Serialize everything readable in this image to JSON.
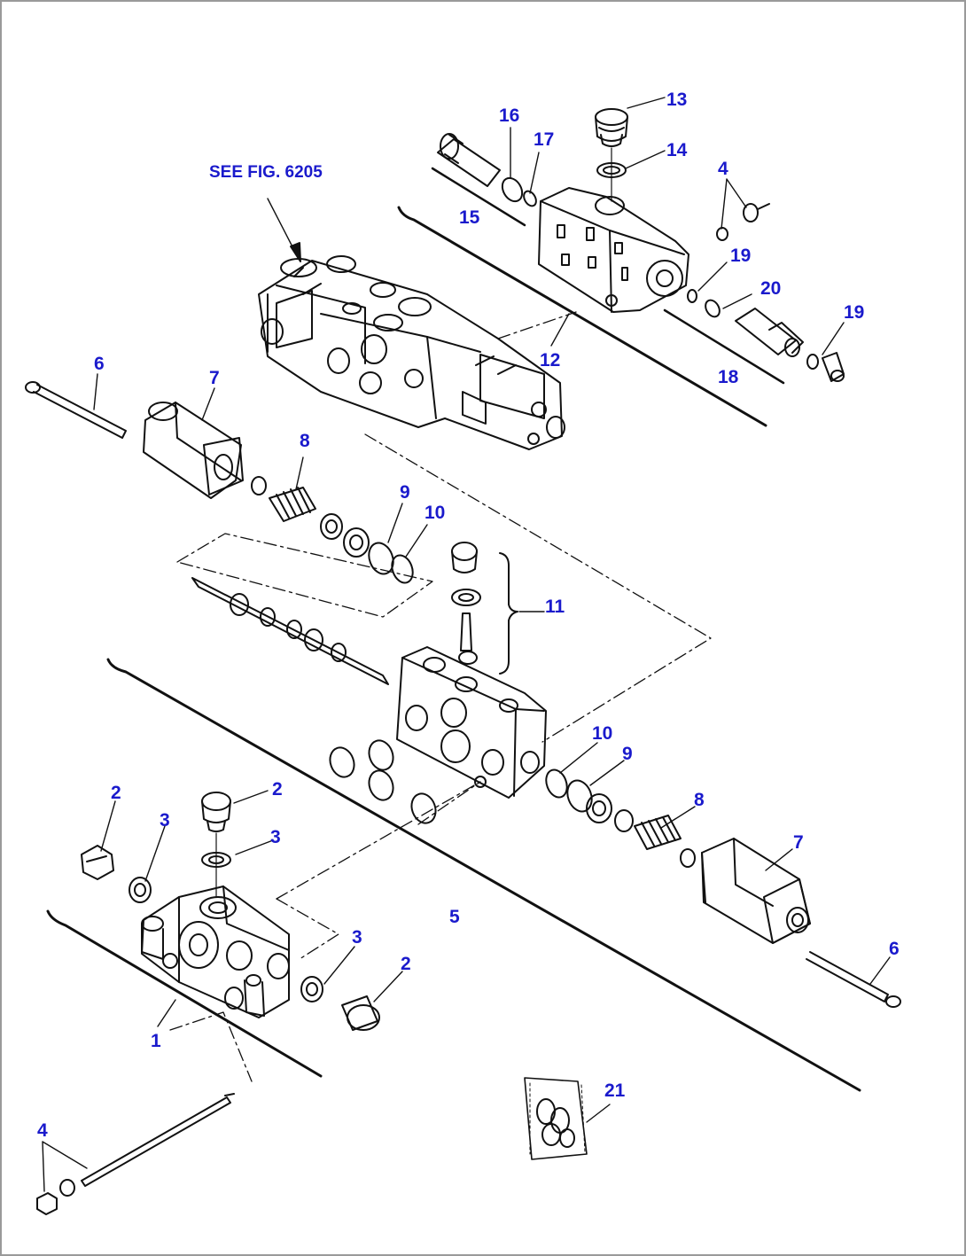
{
  "figure": {
    "reference_note": "SEE FIG. 6205",
    "callout_color": "#1a1acc",
    "line_color": "#111111"
  },
  "callouts": {
    "c1": "1",
    "c2a": "2",
    "c2b": "2",
    "c2c": "2",
    "c3a": "3",
    "c3b": "3",
    "c3c": "3",
    "c4a": "4",
    "c4b": "4",
    "c5": "5",
    "c6a": "6",
    "c6b": "6",
    "c7a": "7",
    "c7b": "7",
    "c8a": "8",
    "c8b": "8",
    "c9a": "9",
    "c9b": "9",
    "c10a": "10",
    "c10b": "10",
    "c11": "11",
    "c12": "12",
    "c13": "13",
    "c14": "14",
    "c15": "15",
    "c16": "16",
    "c17": "17",
    "c18": "18",
    "c19a": "19",
    "c19b": "19",
    "c20": "20",
    "c21": "21"
  }
}
